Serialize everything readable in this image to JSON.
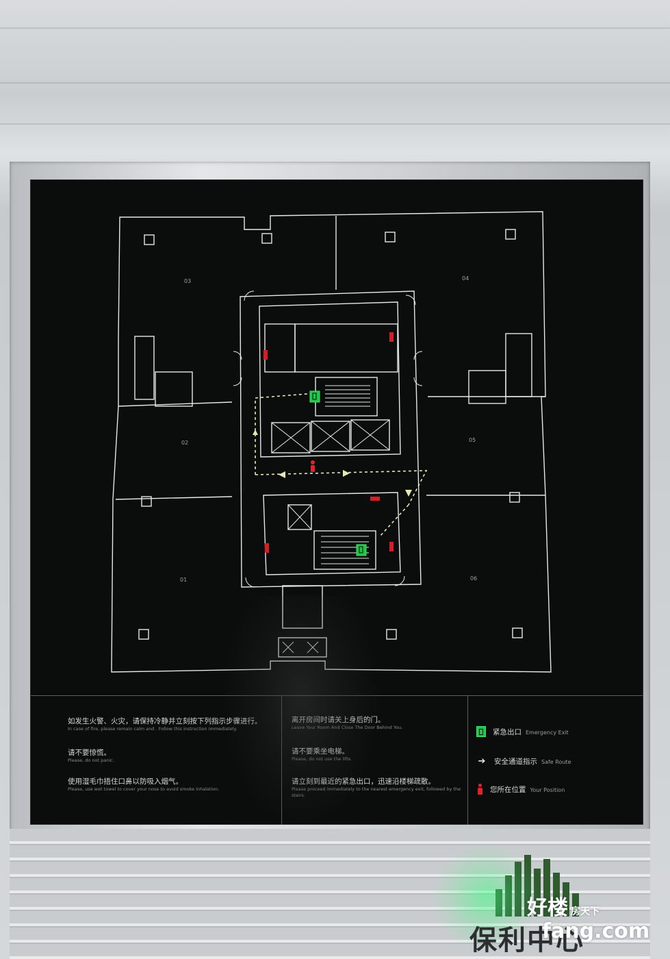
{
  "colors": {
    "panel": "#0b0c0c",
    "plan_lines": "#e6e8e9",
    "route_dash": "#e8e7b0",
    "exit_green": "#23c44a",
    "position_red": "#e0242b",
    "door_red": "#d81e25"
  },
  "plan": {
    "units": {
      "u01": "01",
      "u02": "02",
      "u03": "03",
      "u04": "04",
      "u05": "05",
      "u06": "06"
    },
    "icons": [
      "emergency-exit-icon",
      "route-arrow-icon",
      "your-position-icon",
      "fire-door-icon"
    ]
  },
  "instructions": {
    "col1": [
      {
        "cn": "如发生火警、火灾，请保持冷静并立刻按下列指示步骤进行。",
        "en": "In case of fire, please remain calm and . Follow this instruction immediately."
      },
      {
        "cn": "请不要惊慌。",
        "en": "Please, do not panic."
      },
      {
        "cn": "使用湿毛巾捂住口鼻以防吸入烟气。",
        "en": "Please, use wet towel to cover your nose to avoid smoke inhalation."
      }
    ],
    "col2": [
      {
        "cn": "离开房间时请关上身后的门。",
        "en": "Leave Your Room And Close The Door Behind You."
      },
      {
        "cn": "请不要乘坐电梯。",
        "en": "Please, do not use the lifts."
      },
      {
        "cn": "请立刻到最近的紧急出口，迅速沿楼梯疏散。",
        "en": "Please proceed immediately to the nearest emergency exit, followed by the stairs."
      }
    ]
  },
  "legend": [
    {
      "icon": "emergency-exit-icon",
      "cn": "紧急出口",
      "en": "Emergency  Exit"
    },
    {
      "icon": "arrow-right-icon",
      "cn": "安全通道指示",
      "en": "Safe Route"
    },
    {
      "icon": "your-position-icon",
      "cn": "您所在位置",
      "en": "Your  Position"
    }
  ],
  "brand": {
    "name": "保利中心"
  },
  "watermark": {
    "cn": "好楼",
    "small": "房天下",
    "domain": "fang.com"
  }
}
